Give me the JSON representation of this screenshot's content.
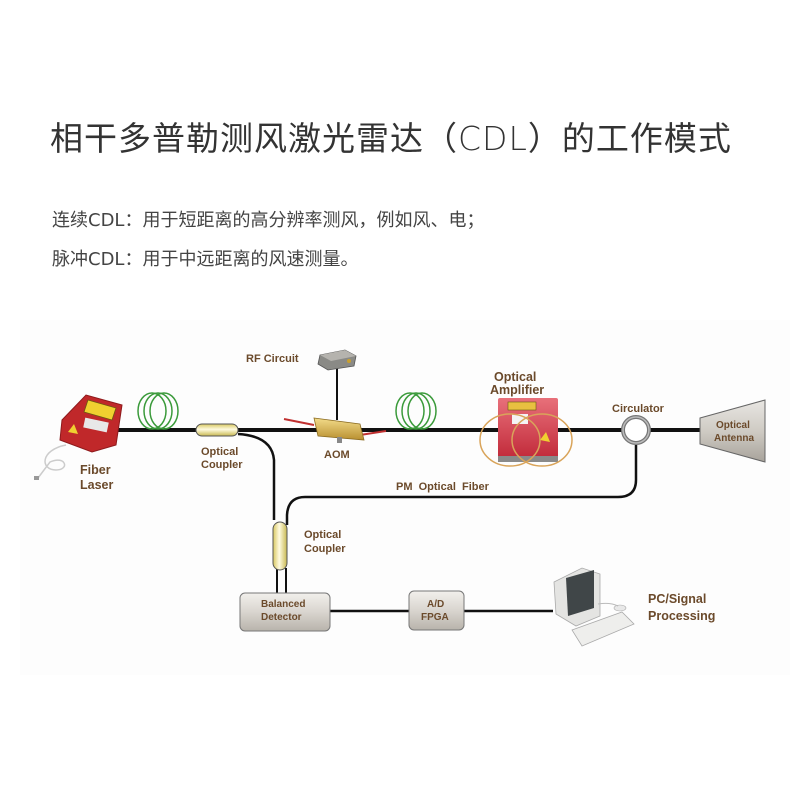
{
  "title": "相干多普勒测风激光雷达（CDL）的工作模式",
  "description": [
    "连续CDL：用于短距离的高分辨率测风，例如风、电；",
    "脉冲CDL：用于中远距离的风速测量。"
  ],
  "diagram": {
    "labels": {
      "fiber_laser": [
        "Fiber",
        "Laser"
      ],
      "coupler_1": [
        "Optical",
        "Coupler"
      ],
      "rf_circuit": "RF Circuit",
      "aom": "AOM",
      "optical_amplifier": [
        "Optical",
        "Amplifier"
      ],
      "circulator": "Circulator",
      "optical_antenna": [
        "Optical",
        "Antenna"
      ],
      "pm_fiber": "PM  Optical  Fiber",
      "coupler_2": [
        "Optical",
        "Coupler"
      ],
      "balanced_detector": [
        "Balanced",
        "Detector"
      ],
      "ad_fpga": [
        "A/D",
        "FPGA"
      ],
      "pc": [
        "PC/Signal",
        "Processing"
      ]
    },
    "colors": {
      "label_text": "#6b4a2b",
      "fiber": "#111111",
      "coil": "#3a9a3a",
      "coupler": "#f4eca0",
      "laser_red": "#c0282a",
      "amp_red": "#d8404a",
      "amp_coil": "#d9a45a",
      "aom_gold": "#d9b85a"
    }
  }
}
